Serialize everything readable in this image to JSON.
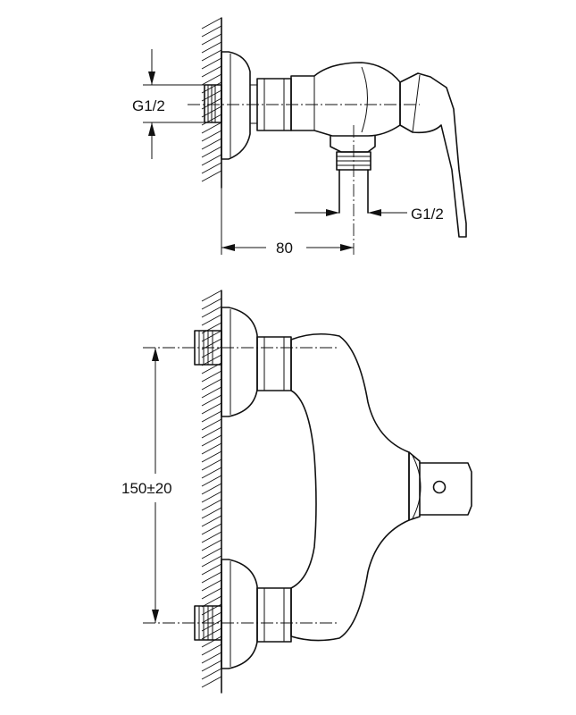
{
  "dimensions": {
    "side_inlet_thread": "G1/2",
    "side_outlet_thread": "G1/2",
    "side_projection": "80",
    "front_center_distance": "150±20"
  }
}
